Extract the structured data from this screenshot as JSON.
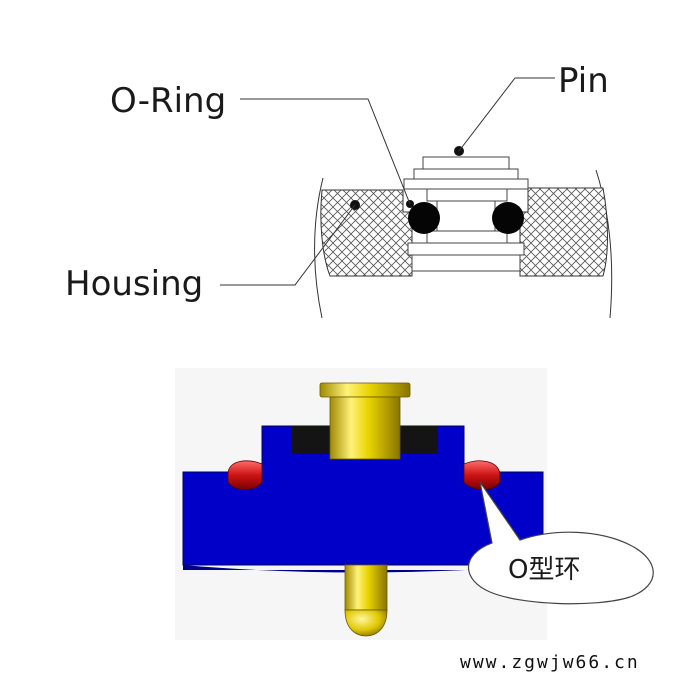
{
  "top_diagram": {
    "labels": {
      "o_ring": "O-Ring",
      "pin": "Pin",
      "housing": "Housing"
    }
  },
  "bottom_diagram": {
    "callout": "O型环",
    "colors": {
      "housing": "#0000c8",
      "o_ring": "#d01818",
      "pin": "#e8d800",
      "insulator": "#141414"
    }
  },
  "watermark": "www.zgwjw66.cn"
}
